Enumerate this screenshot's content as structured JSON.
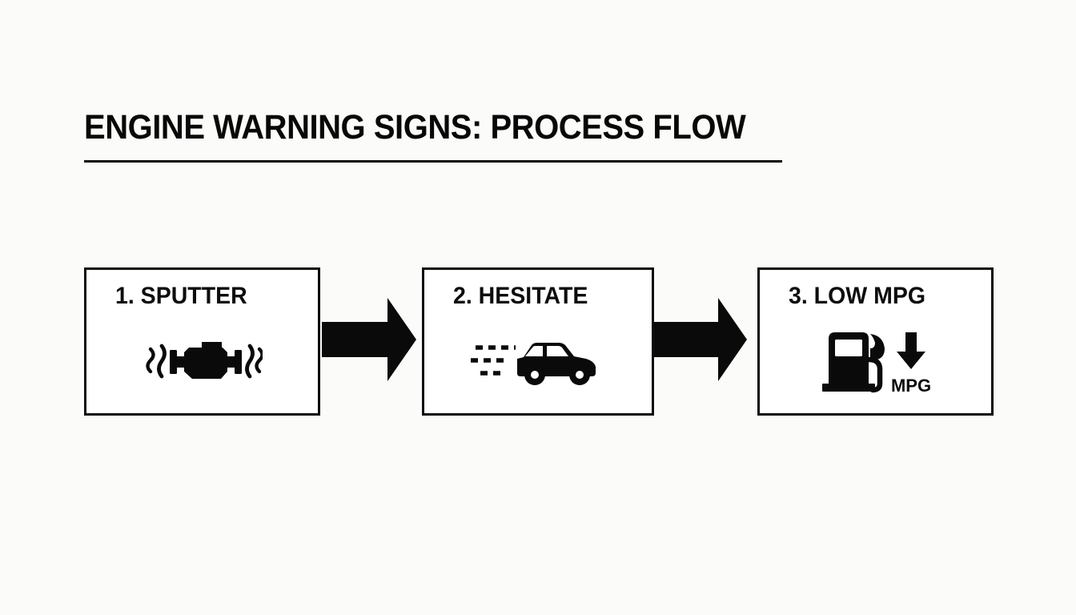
{
  "document": {
    "title": "ENGINE WARNING SIGNS: PROCESS FLOW",
    "background_color": "#fbfbf9",
    "ink_color": "#0a0a0a",
    "style": "black-and-white process flow diagram"
  },
  "flow": {
    "steps": [
      {
        "label": "1. SPUTTER",
        "icon": "engine-vibrating-icon",
        "icon_description": "engine block with vibration lines on both sides"
      },
      {
        "label": "2. HESITATE",
        "icon": "car-motion-icon",
        "icon_description": "car silhouette with dashed motion lines trailing behind"
      },
      {
        "label": "3. LOW MPG",
        "icon": "fuel-pump-down-arrow-icon",
        "icon_description": "fuel pump with downward arrow",
        "icon_caption": "MPG"
      }
    ],
    "connectors": [
      {
        "icon": "arrow-right-icon",
        "direction": "right"
      },
      {
        "icon": "arrow-right-icon",
        "direction": "right"
      }
    ]
  }
}
